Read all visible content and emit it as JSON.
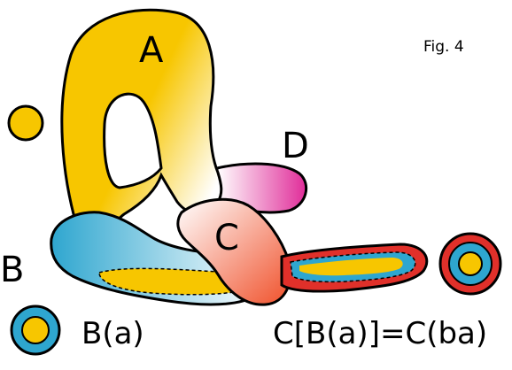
{
  "figure": {
    "caption": "Fig. 4",
    "labels": {
      "a": "A",
      "b": "B",
      "c": "C",
      "d": "D"
    },
    "formulas": {
      "left": "B(a)",
      "right": "C[B(a)]=C(ba)"
    }
  },
  "colors": {
    "a_yellow": "#F7C600",
    "b_blue": "#2EA6CF",
    "c_orange": "#F06A3A",
    "c_red": "#E0302A",
    "d_magenta": "#E02C99",
    "outline": "#000000"
  }
}
